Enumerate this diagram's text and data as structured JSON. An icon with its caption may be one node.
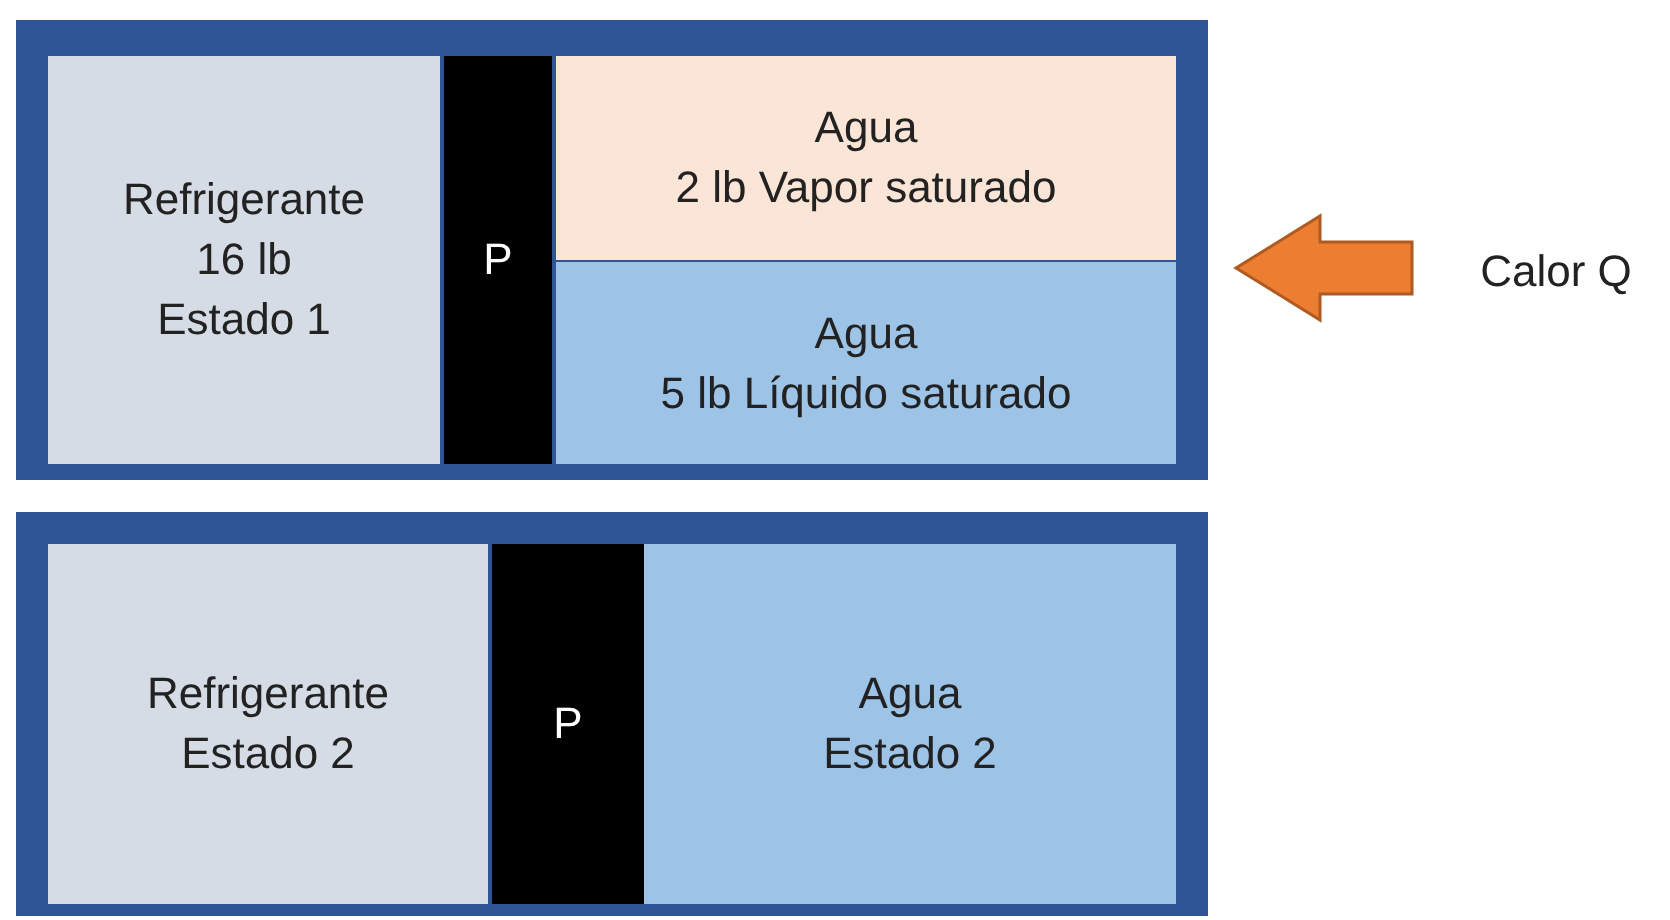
{
  "diagram": {
    "nodes": [
      {
        "text": [],
        "shape": "box"
      },
      {
        "text": [
          "Refrigerante",
          "16 lb",
          "Estado 1"
        ],
        "in": 0
      },
      {
        "text": [
          "P"
        ],
        "in": 0
      },
      {
        "text": [
          "Agua",
          "2 lb Vapor saturado"
        ],
        "in": 0
      },
      {
        "text": [
          "Agua",
          "5 lb Líquido saturado"
        ],
        "in": 0
      },
      {
        "text": [],
        "shape": "box"
      },
      {
        "text": [
          "Refrigerante",
          "Estado 2"
        ],
        "in": 5
      },
      {
        "text": [
          "P"
        ],
        "in": 5
      },
      {
        "text": [
          "Agua",
          "Estado 2"
        ],
        "in": 5
      },
      {
        "text": [
          "Calor Q"
        ]
      }
    ],
    "edges": [
      {
        "from": 9,
        "to": 0,
        "arrow": "to",
        "color": "#ed7d31"
      }
    ]
  }
}
